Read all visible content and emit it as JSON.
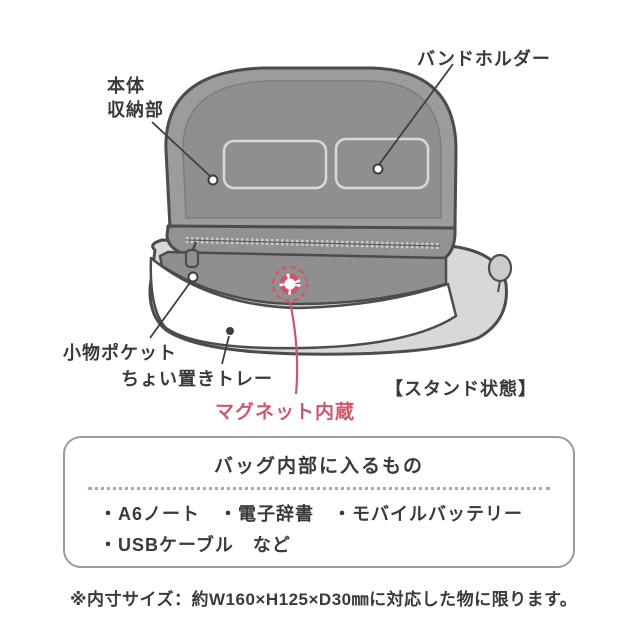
{
  "colors": {
    "accent_red": "#cf566b",
    "outline": "#4c4c4c",
    "lid_gray": "#9c9c9c",
    "panel_gray": "#8f8f8f",
    "shell_gray": "#d8d8d8",
    "text": "#3a3a3a"
  },
  "callouts": {
    "band_holder": "バンドホルダー",
    "main_storage": "本体\n収納部",
    "small_pocket": "小物ポケット",
    "tray": "ちょい置きトレー",
    "magnet": "マグネット内蔵",
    "stand_state": "【スタンド状態】"
  },
  "info_box": {
    "title": "バッグ内部に入るもの",
    "line1": "・A6ノート　・電子辞書　・モバイルバッテリー",
    "line2": "・USBケーブル　など"
  },
  "footnote": "※内寸サイズ：約W160×H125×D30㎜に対応した物に限ります。"
}
